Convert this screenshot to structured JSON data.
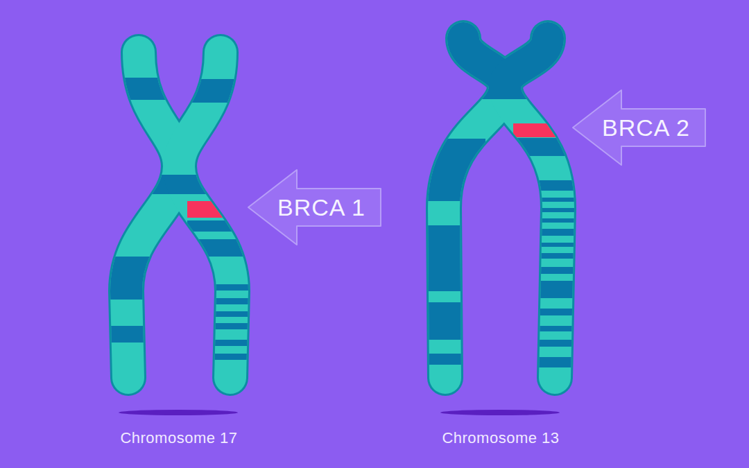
{
  "diagram": {
    "nodes": [
      {
        "text": [
          "BRCA 1"
        ]
      },
      {
        "text": [
          "BRCA 2"
        ]
      }
    ],
    "labels": [
      "Chromosome 17",
      "Chromosome 13"
    ]
  }
}
